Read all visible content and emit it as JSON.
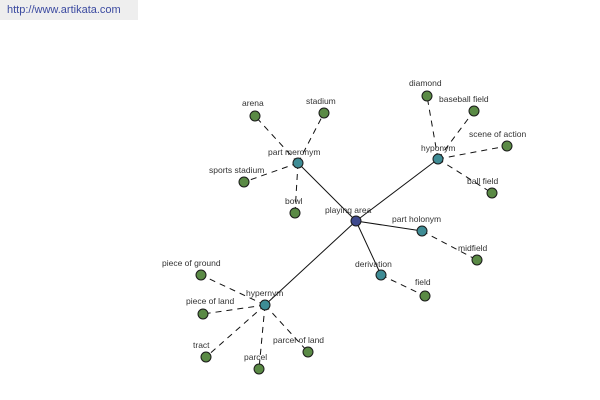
{
  "banner": {
    "url_text": "http://www.artikata.com"
  },
  "colors": {
    "center_node": "#3f4a8e",
    "relation_node": "#3e8c95",
    "word_node": "#5a8a45",
    "edge": "#111111"
  },
  "graph": {
    "center": {
      "id": "center",
      "label": "playing area"
    },
    "relations": [
      {
        "id": "part-meronym",
        "label": "part meronym"
      },
      {
        "id": "hyponym",
        "label": "hyponym"
      },
      {
        "id": "part-holonym",
        "label": "part holonym"
      },
      {
        "id": "derivation",
        "label": "derivation"
      },
      {
        "id": "hypernym",
        "label": "hypernym"
      }
    ],
    "words": [
      {
        "id": "arena",
        "label": "arena",
        "relation": "part-meronym"
      },
      {
        "id": "stadium",
        "label": "stadium",
        "relation": "part-meronym"
      },
      {
        "id": "sports-stadium",
        "label": "sports stadium",
        "relation": "part-meronym"
      },
      {
        "id": "bowl",
        "label": "bowl",
        "relation": "part-meronym"
      },
      {
        "id": "diamond",
        "label": "diamond",
        "relation": "hyponym"
      },
      {
        "id": "baseball-field",
        "label": "baseball field",
        "relation": "hyponym"
      },
      {
        "id": "scene-of-action",
        "label": "scene of action",
        "relation": "hyponym"
      },
      {
        "id": "ball-field",
        "label": "ball field",
        "relation": "hyponym"
      },
      {
        "id": "midfield",
        "label": "midfield",
        "relation": "part-holonym"
      },
      {
        "id": "field",
        "label": "field",
        "relation": "derivation"
      },
      {
        "id": "piece-of-ground",
        "label": "piece of ground",
        "relation": "hypernym"
      },
      {
        "id": "piece-of-land",
        "label": "piece of land",
        "relation": "hypernym"
      },
      {
        "id": "tract",
        "label": "tract",
        "relation": "hypernym"
      },
      {
        "id": "parcel",
        "label": "parcel",
        "relation": "hypernym"
      },
      {
        "id": "parcel-of-land",
        "label": "parcel of land",
        "relation": "hypernym"
      }
    ]
  }
}
